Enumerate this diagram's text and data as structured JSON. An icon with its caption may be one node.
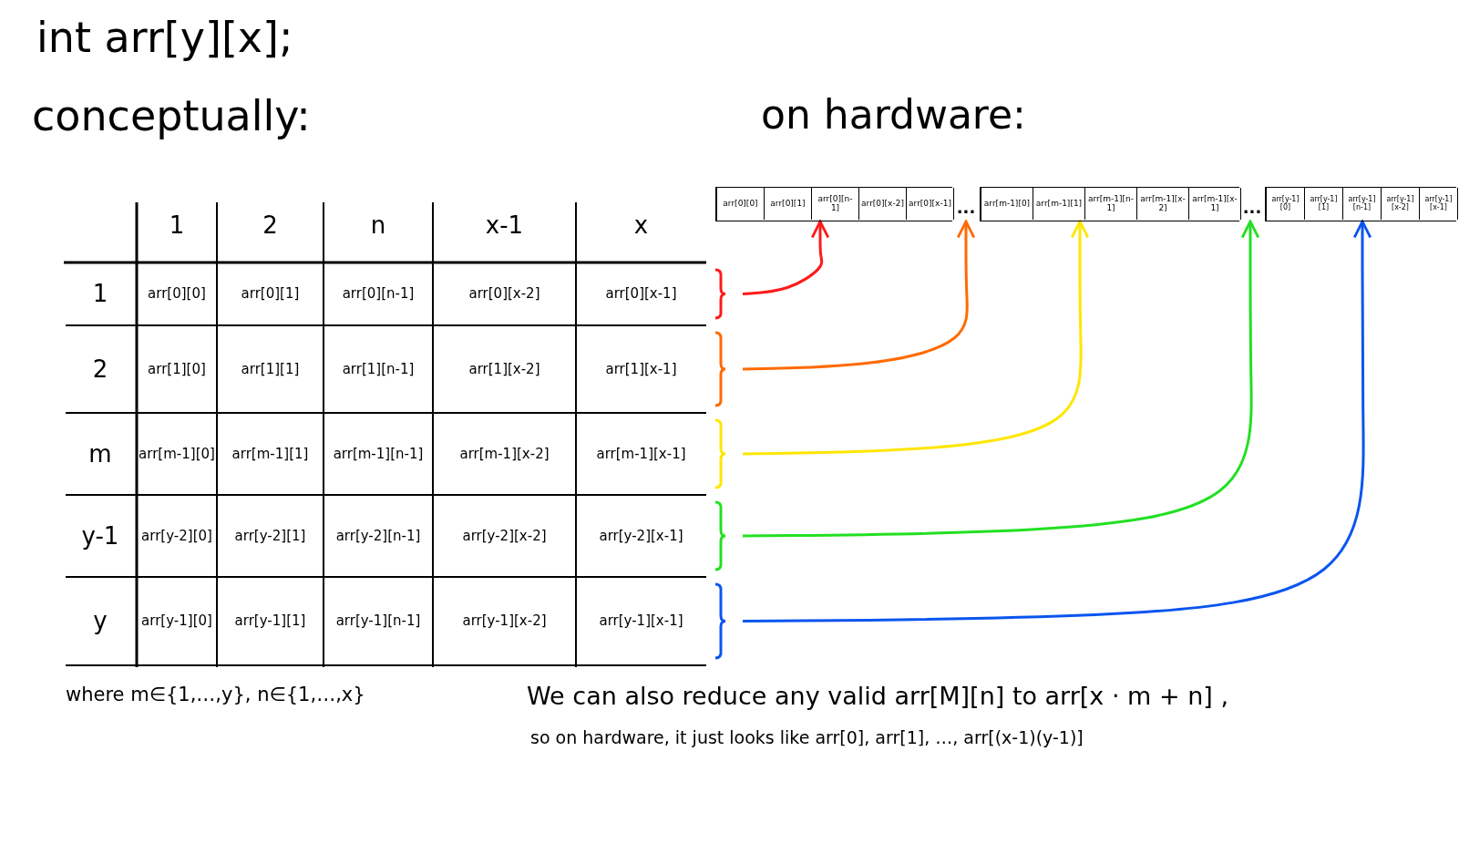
{
  "diagram": {
    "title": "int arr[y][x];",
    "nodes": [
      {
        "text": [
          "1",
          "arr[0][0]",
          "arr[0][1]",
          "arr[0][n-1]",
          "arr[0][x-2]",
          "arr[0][x-1]"
        ]
      },
      {
        "text": [
          "2",
          "arr[1][0]",
          "arr[1][1]",
          "arr[1][n-1]",
          "arr[1][x-2]",
          "arr[1][x-1]"
        ]
      },
      {
        "text": [
          "m",
          "arr[m-1][0]",
          "arr[m-1][1]",
          "arr[m-1][n-1]",
          "arr[m-1][x-2]",
          "arr[m-1][x-1]"
        ]
      },
      {
        "text": [
          "y-1",
          "arr[y-2][0]",
          "arr[y-2][1]",
          "arr[y-2][n-1]",
          "arr[y-2][x-2]",
          "arr[y-2][x-1]"
        ]
      },
      {
        "text": [
          "y",
          "arr[y-1][0]",
          "arr[y-1][1]",
          "arr[y-1][n-1]",
          "arr[y-1][x-2]",
          "arr[y-1][x-1]"
        ]
      },
      {
        "text": [
          "arr[0][0]",
          "arr[0][1]",
          "arr[0][n-1]",
          "arr[0][x-2]",
          "arr[0][x-1]"
        ]
      },
      {
        "text": [
          "..."
        ]
      },
      {
        "text": [
          "arr[m-1][0]",
          "arr[m-1][1]",
          "arr[m-1][n-1]",
          "arr[m-1][x-2]",
          "arr[m-1][x-1]"
        ]
      },
      {
        "text": [
          "..."
        ]
      },
      {
        "text": [
          "arr[y-1][0]",
          "arr[y-1][1]",
          "arr[y-1][n-1]",
          "arr[y-1][x-2]",
          "arr[y-1][x-1]"
        ]
      }
    ],
    "edges": [
      {
        "from": 0,
        "to": 5,
        "arrow": "to",
        "color": "#ff1a1a"
      },
      {
        "from": 1,
        "to": 6,
        "arrow": "to",
        "color": "#ff6a00"
      },
      {
        "from": 2,
        "to": 7,
        "arrow": "to",
        "color": "#ffe600"
      },
      {
        "from": 3,
        "to": 8,
        "arrow": "to",
        "color": "#22e022"
      },
      {
        "from": 4,
        "to": 9,
        "arrow": "to",
        "color": "#0a55f0"
      }
    ],
    "labels": [
      "conceptually:",
      "on hardware:",
      "1",
      "2",
      "n",
      "x-1",
      "x",
      "where m∈{1,…,y}, n∈{1,…,x}",
      "We can also reduce any valid arr[M][n] to arr[x · m + n] ,",
      "so on hardware, it just looks like arr[0], arr[1], …, arr[(x-1)(y-1)]"
    ]
  }
}
